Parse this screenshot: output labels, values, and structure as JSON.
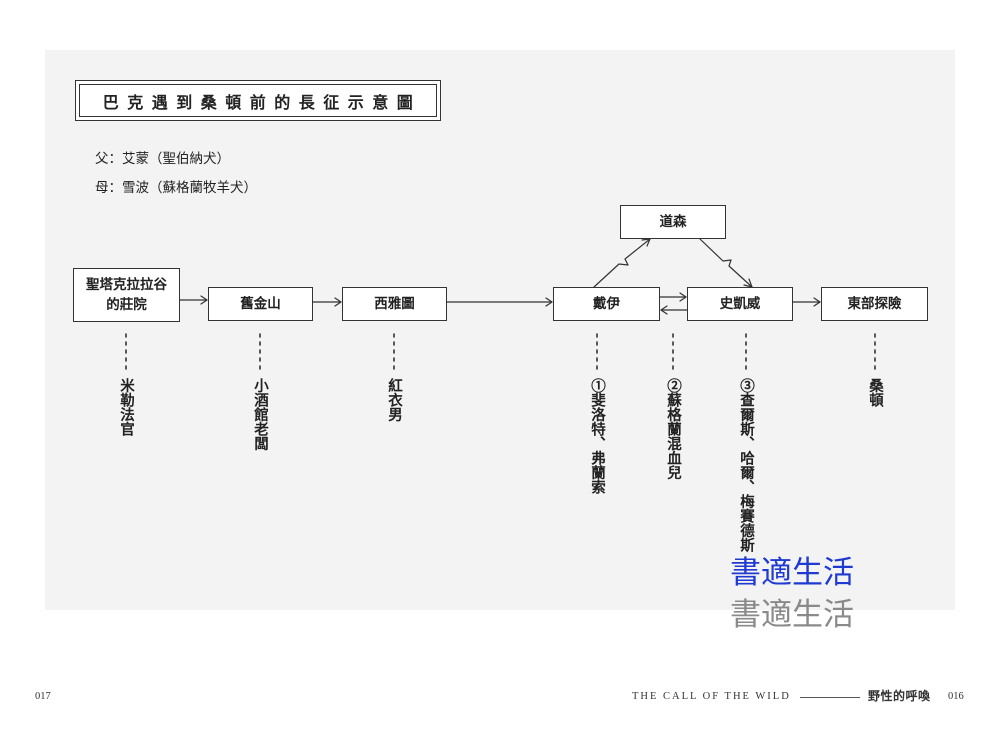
{
  "title": "巴克遇到桑頓前的長征示意圖",
  "parents": {
    "father": "父：艾蒙（聖伯納犬）",
    "mother": "母：雪波（蘇格蘭牧羊犬）"
  },
  "nodes": {
    "santa_clara": [
      "聖塔克拉拉谷",
      "的莊院"
    ],
    "san_francisco": "舊金山",
    "seattle": "西雅圖",
    "dyea": "戴伊",
    "skagway": "史凱威",
    "dawson": "道森",
    "eastern_expedition": "東部探險"
  },
  "owners": {
    "judge_miller": "米勒法官",
    "saloon_keeper": "小酒館老闆",
    "man_in_red": "紅衣男",
    "perrault_francois": "①斐洛特、弗蘭索",
    "scotch_half_breed": "②蘇格蘭混血兒",
    "charles_hal_mercedes": "③查爾斯、哈爾、梅賽德斯",
    "thornton": "桑頓"
  },
  "watermark": {
    "primary": "書適生活",
    "secondary": "書適生活",
    "primary_color": "#1f3ad1",
    "secondary_color": "#8a8a8a"
  },
  "footer": {
    "page_left": "017",
    "book_title_en": "THE CALL OF THE WILD",
    "book_title_zh": "野性的呼喚",
    "page_right": "016"
  },
  "colors": {
    "panel": "#f3f3f3",
    "ink": "#222222"
  }
}
